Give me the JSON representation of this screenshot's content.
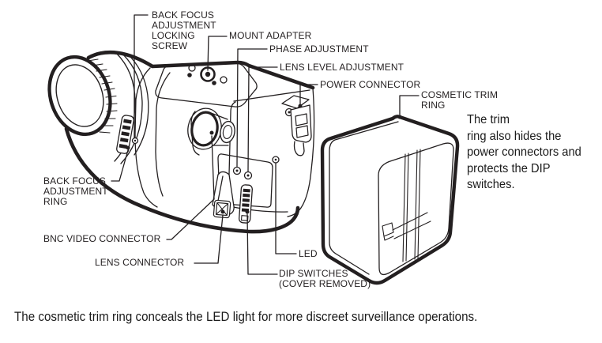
{
  "colors": {
    "ink": "#231f20",
    "background": "#ffffff"
  },
  "callouts": {
    "back_focus_locking_screw": {
      "lines": [
        "BACK FOCUS",
        "ADJUSTMENT",
        "LOCKING",
        "SCREW"
      ]
    },
    "mount_adapter": {
      "label": "MOUNT ADAPTER"
    },
    "phase_adjustment": {
      "label": "PHASE ADJUSTMENT"
    },
    "lens_level_adjustment": {
      "label": "LENS LEVEL ADJUSTMENT"
    },
    "power_connector": {
      "label": "POWER CONNECTOR"
    },
    "cosmetic_trim_ring": {
      "lines": [
        "COSMETIC TRIM",
        "RING"
      ]
    },
    "back_focus_adjustment_ring": {
      "lines": [
        "BACK FOCUS",
        "ADJUSTMENT",
        "RING"
      ]
    },
    "bnc_video_connector": {
      "label": "BNC VIDEO CONNECTOR"
    },
    "lens_connector": {
      "label": "LENS CONNECTOR"
    },
    "led": {
      "label": "LED"
    },
    "dip_switches": {
      "lines": [
        "DIP SWITCHES",
        "(COVER REMOVED)"
      ]
    }
  },
  "side_note": {
    "lines": [
      "The trim",
      "ring also hides the",
      "power connectors and",
      "protects the DIP",
      "switches."
    ]
  },
  "caption": "The cosmetic trim ring conceals the LED light for more discreet surveillance operations."
}
